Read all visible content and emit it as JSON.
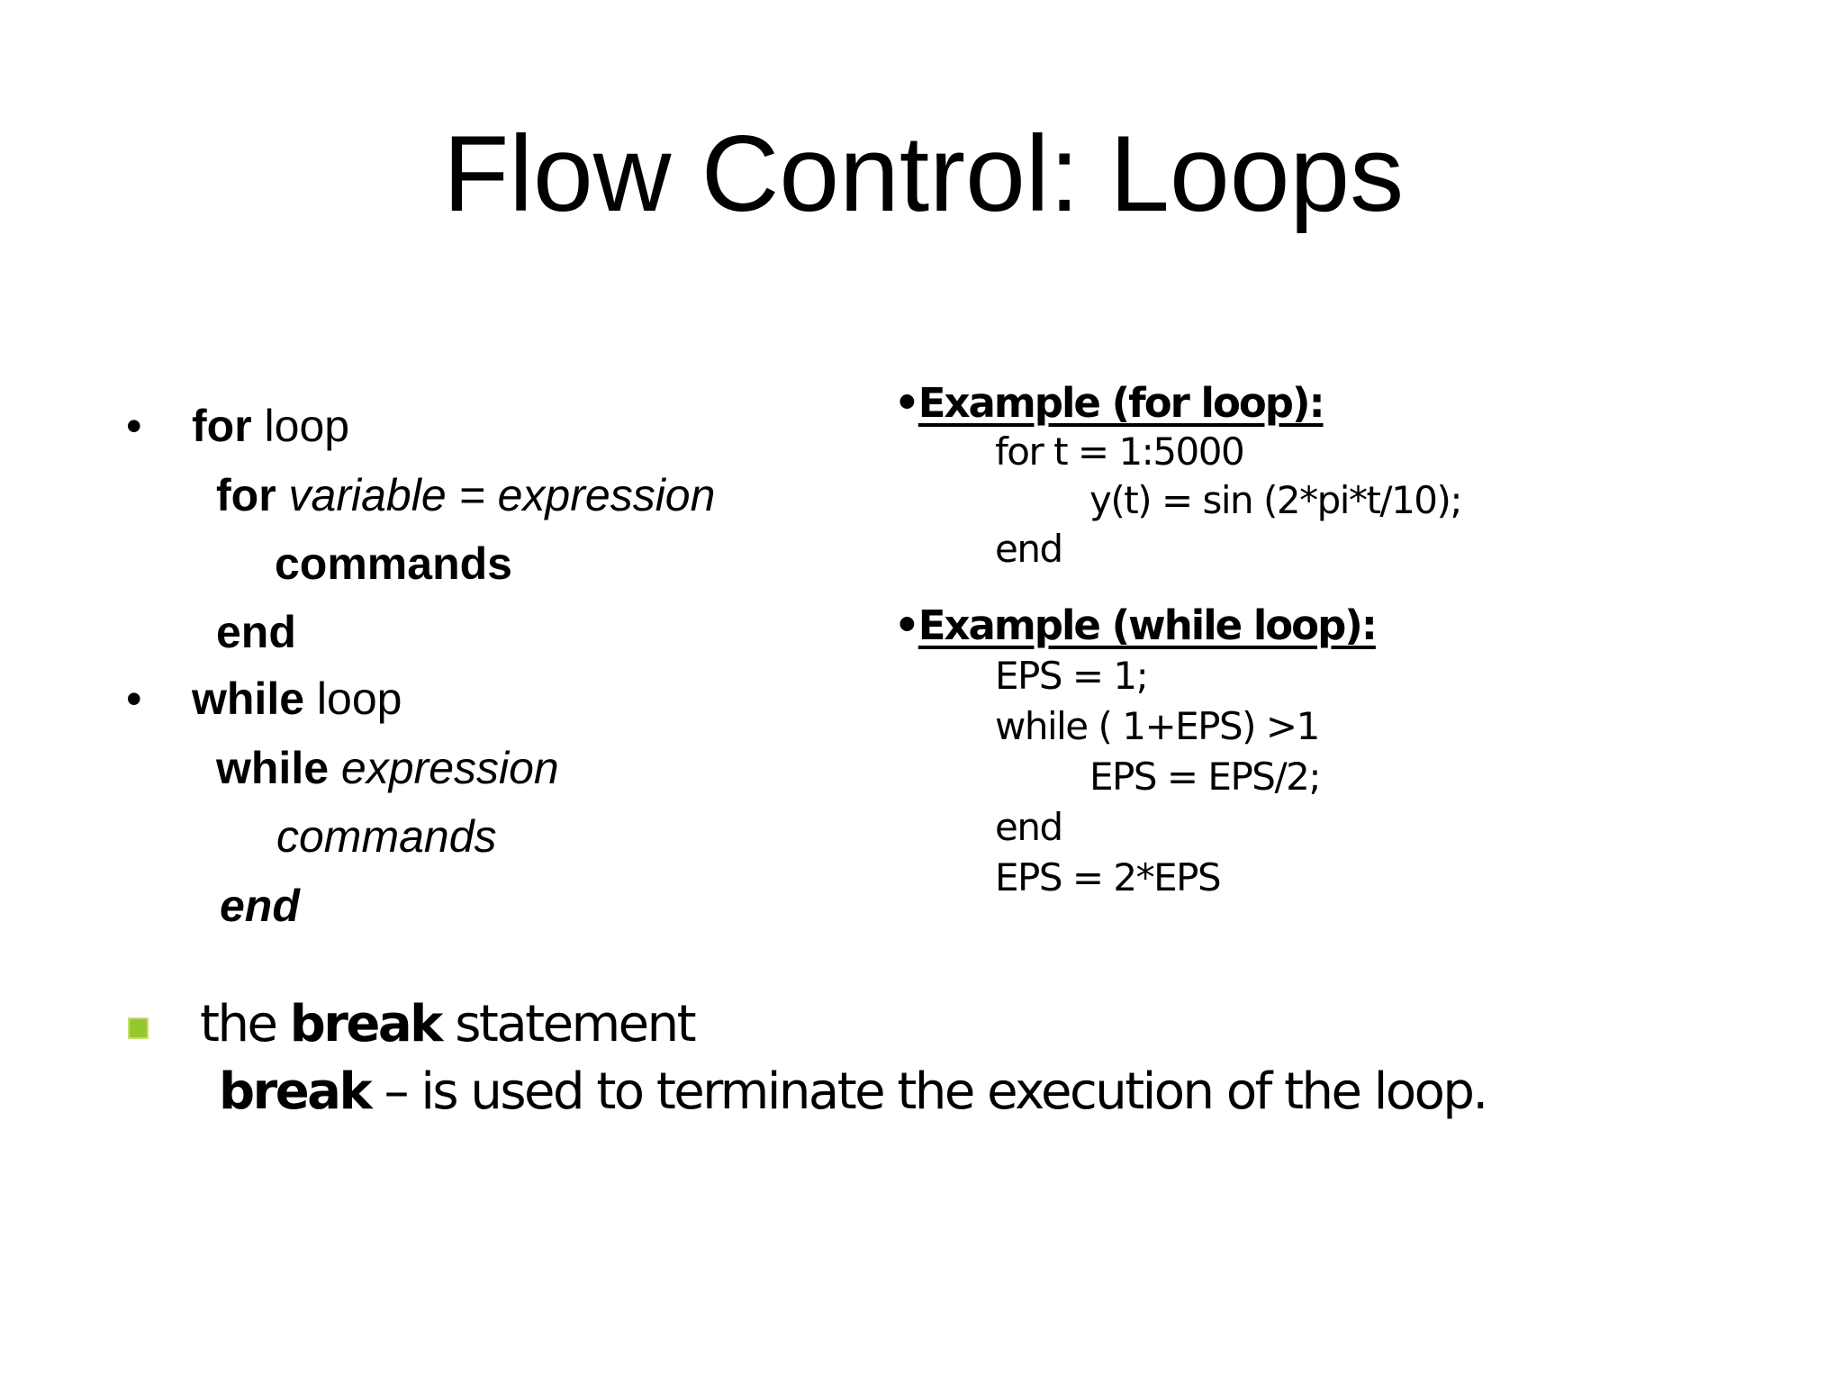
{
  "slide": {
    "title": "Flow Control: Loops",
    "bullet_char": "•",
    "colors": {
      "background": "#FFFFFF",
      "text": "#000000",
      "green_square_bullet": "#96C82D"
    },
    "left": {
      "line1": {
        "r1": "for",
        "r2": " loop"
      },
      "line2": {
        "r1": "for",
        "r2": " variable = expression"
      },
      "line3": {
        "r1": "commands"
      },
      "line4": {
        "r1": "end"
      },
      "line5": {
        "r1": "while",
        "r2": " loop"
      },
      "line6": {
        "r1": "while",
        "r2": " expression"
      },
      "line7": {
        "r1": "commands"
      },
      "line8": {
        "r1": "end"
      }
    },
    "examples": {
      "for": {
        "heading": "Example (for loop):",
        "code1": "for t = 1:5000",
        "code2": "y(t) = sin (2*pi*t/10);",
        "code3": "end"
      },
      "while": {
        "heading": "Example (while loop):",
        "code1": "EPS = 1;",
        "code2": "while ( 1+EPS) >1",
        "code3": "EPS = EPS/2;",
        "code4": "end",
        "code5": "EPS = 2*EPS"
      }
    },
    "break_section": {
      "line1": {
        "r1": "the ",
        "r2": "break",
        "r3": " statement"
      },
      "line2": {
        "r1": "break",
        "r2": " – is used to terminate the execution of the loop."
      }
    }
  }
}
